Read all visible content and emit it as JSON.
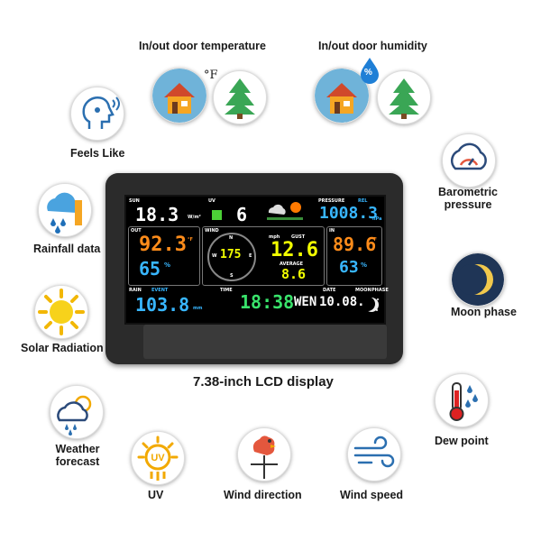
{
  "labels": {
    "inout_temperature": "In/out door temperature",
    "inout_humidity": "In/out door humidity",
    "feels_like": "Feels Like",
    "rainfall": "Rainfall data",
    "solar": "Solar Radiation",
    "barometric": "Barometric pressure",
    "moon_phase": "Moon phase",
    "dew_point": "Dew point",
    "weather_forecast": "Weather forecast",
    "uv": "UV",
    "wind_direction": "Wind direction",
    "wind_speed": "Wind speed",
    "display_caption": "7.38-inch LCD display"
  },
  "icons": {
    "temp_unit": "°F",
    "humidity_unit": "%"
  },
  "screen": {
    "sun_label": "SUN",
    "sun_value": "18.3",
    "sun_unit": "W/m²",
    "uv_label": "UV",
    "uv_value": "6",
    "pressure_label": "PRESSURE",
    "pressure_sub": "REL",
    "pressure_value": "1008.3",
    "pressure_unit": "hPa",
    "out_label": "OUT",
    "out_temp": "92.3",
    "out_temp_unit": "°F",
    "out_hum": "65",
    "out_hum_unit": "%",
    "wind_label": "WIND",
    "wind_unit": "mph",
    "gust_label": "GUST",
    "gust_value": "12.6",
    "average_label": "AVERAGE",
    "average_value": "8.6",
    "compass_value": "175",
    "compass_n": "N",
    "compass_s": "S",
    "compass_e": "E",
    "compass_w": "W",
    "in_label": "IN",
    "in_temp": "89.6",
    "in_temp_unit": "°F",
    "in_hum": "63",
    "in_hum_unit": "%",
    "rain_label": "RAIN",
    "rain_sub": "EVENT",
    "rain_value": "103.8",
    "rain_unit": "mm",
    "time_label": "TIME",
    "time_value": "18:38",
    "day_value": "WEN",
    "date_label": "DATE",
    "date_value": "10.08.",
    "moon_label": "MOON",
    "phase_label": "PHASE"
  },
  "colors": {
    "house_orange": "#f5a623",
    "tree_green": "#3aa655",
    "lcd_white": "#ffffff",
    "lcd_orange": "#ff8c1a",
    "lcd_blue": "#38b6ff",
    "lcd_yellow": "#f2ff00",
    "lcd_green": "#39e36b"
  }
}
